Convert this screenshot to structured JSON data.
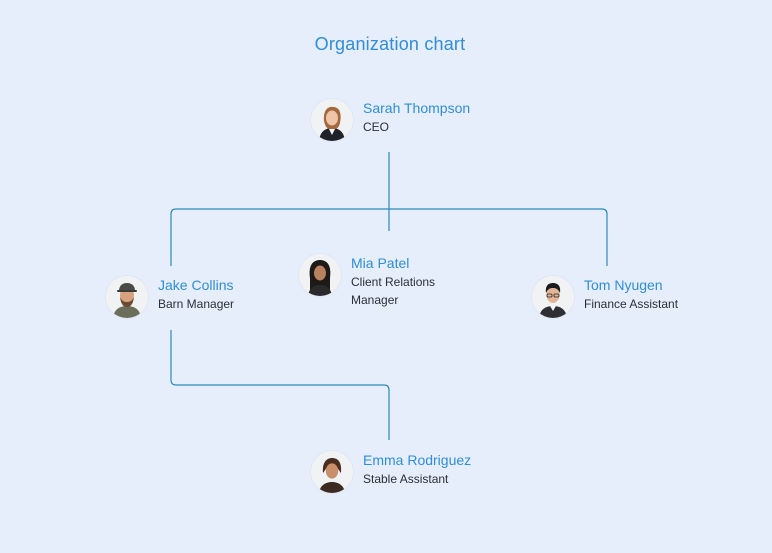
{
  "title": "Organization chart",
  "people": {
    "ceo": {
      "name": "Sarah Thompson",
      "role": "CEO"
    },
    "jake": {
      "name": "Jake Collins",
      "role": "Barn Manager"
    },
    "mia": {
      "name": "Mia Patel",
      "role": "Client Relations Manager"
    },
    "tom": {
      "name": "Tom Nyugen",
      "role": "Finance Assistant"
    },
    "emma": {
      "name": "Emma Rodriguez",
      "role": "Stable Assistant"
    }
  },
  "colors": {
    "background": "#e6eefb",
    "accent": "#2f8ed6",
    "connector": "#2a8bbf",
    "text": "#2b2f36"
  }
}
